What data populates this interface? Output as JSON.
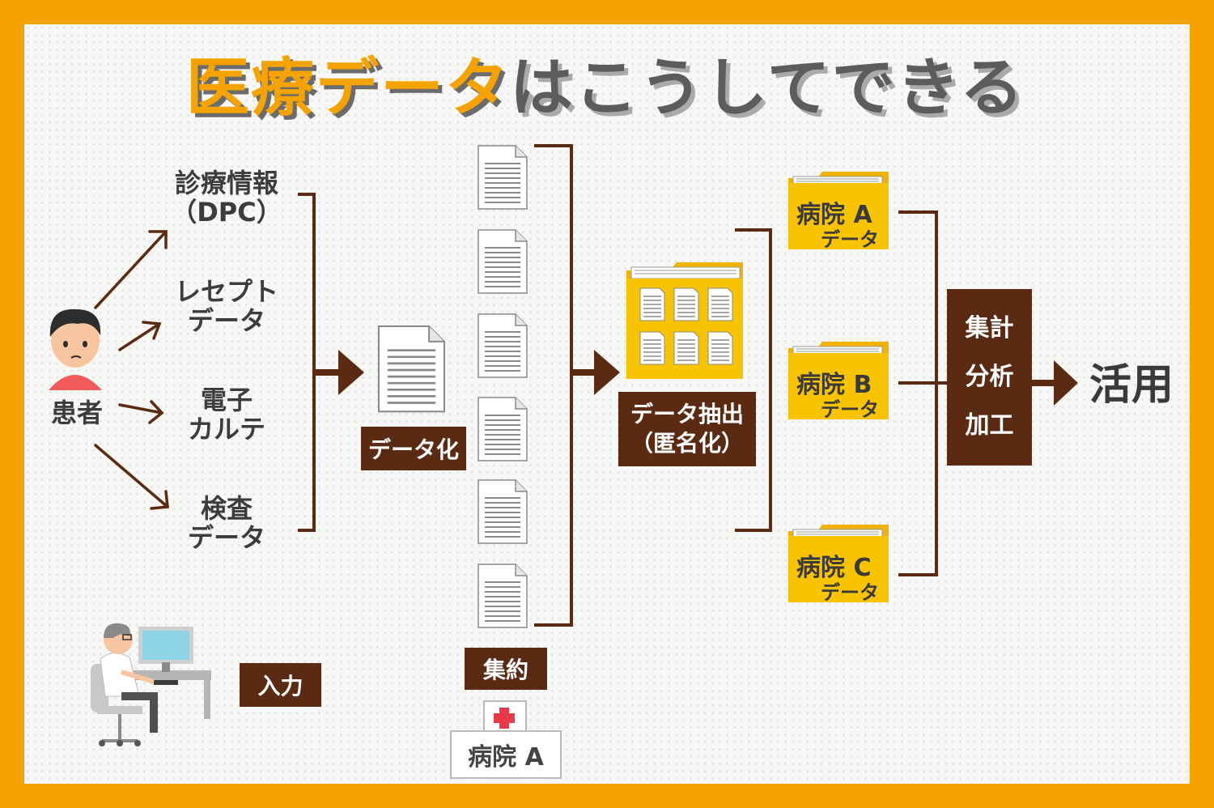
{
  "title": {
    "part1": "医療データ",
    "part2": "はこうしてできる"
  },
  "patient": {
    "label": "患者"
  },
  "sources": {
    "dpc_line1": "診療情報",
    "dpc_line2": "（DPC）",
    "receipt_line1": "レセプト",
    "receipt_line2": "データ",
    "emr_line1": "電子",
    "emr_line2": "カルテ",
    "exam_line1": "検査",
    "exam_line2": "データ"
  },
  "steps": {
    "input": "入力",
    "digitize": "データ化",
    "aggregate": "集約",
    "extract_line1": "データ抽出",
    "extract_line2": "（匿名化）",
    "process_line1": "集計",
    "process_line2": "分析",
    "process_line3": "加工",
    "use": "活用"
  },
  "hospital": {
    "label": "病院 A"
  },
  "hospital_folders": [
    {
      "name": "病院 A",
      "sub": "データ"
    },
    {
      "name": "病院 B",
      "sub": "データ"
    },
    {
      "name": "病院 C",
      "sub": "データ"
    }
  ],
  "colors": {
    "border": "#F5A300",
    "brown": "#5B2A12",
    "folder": "#F8C400",
    "cross": "#E83A4A"
  }
}
